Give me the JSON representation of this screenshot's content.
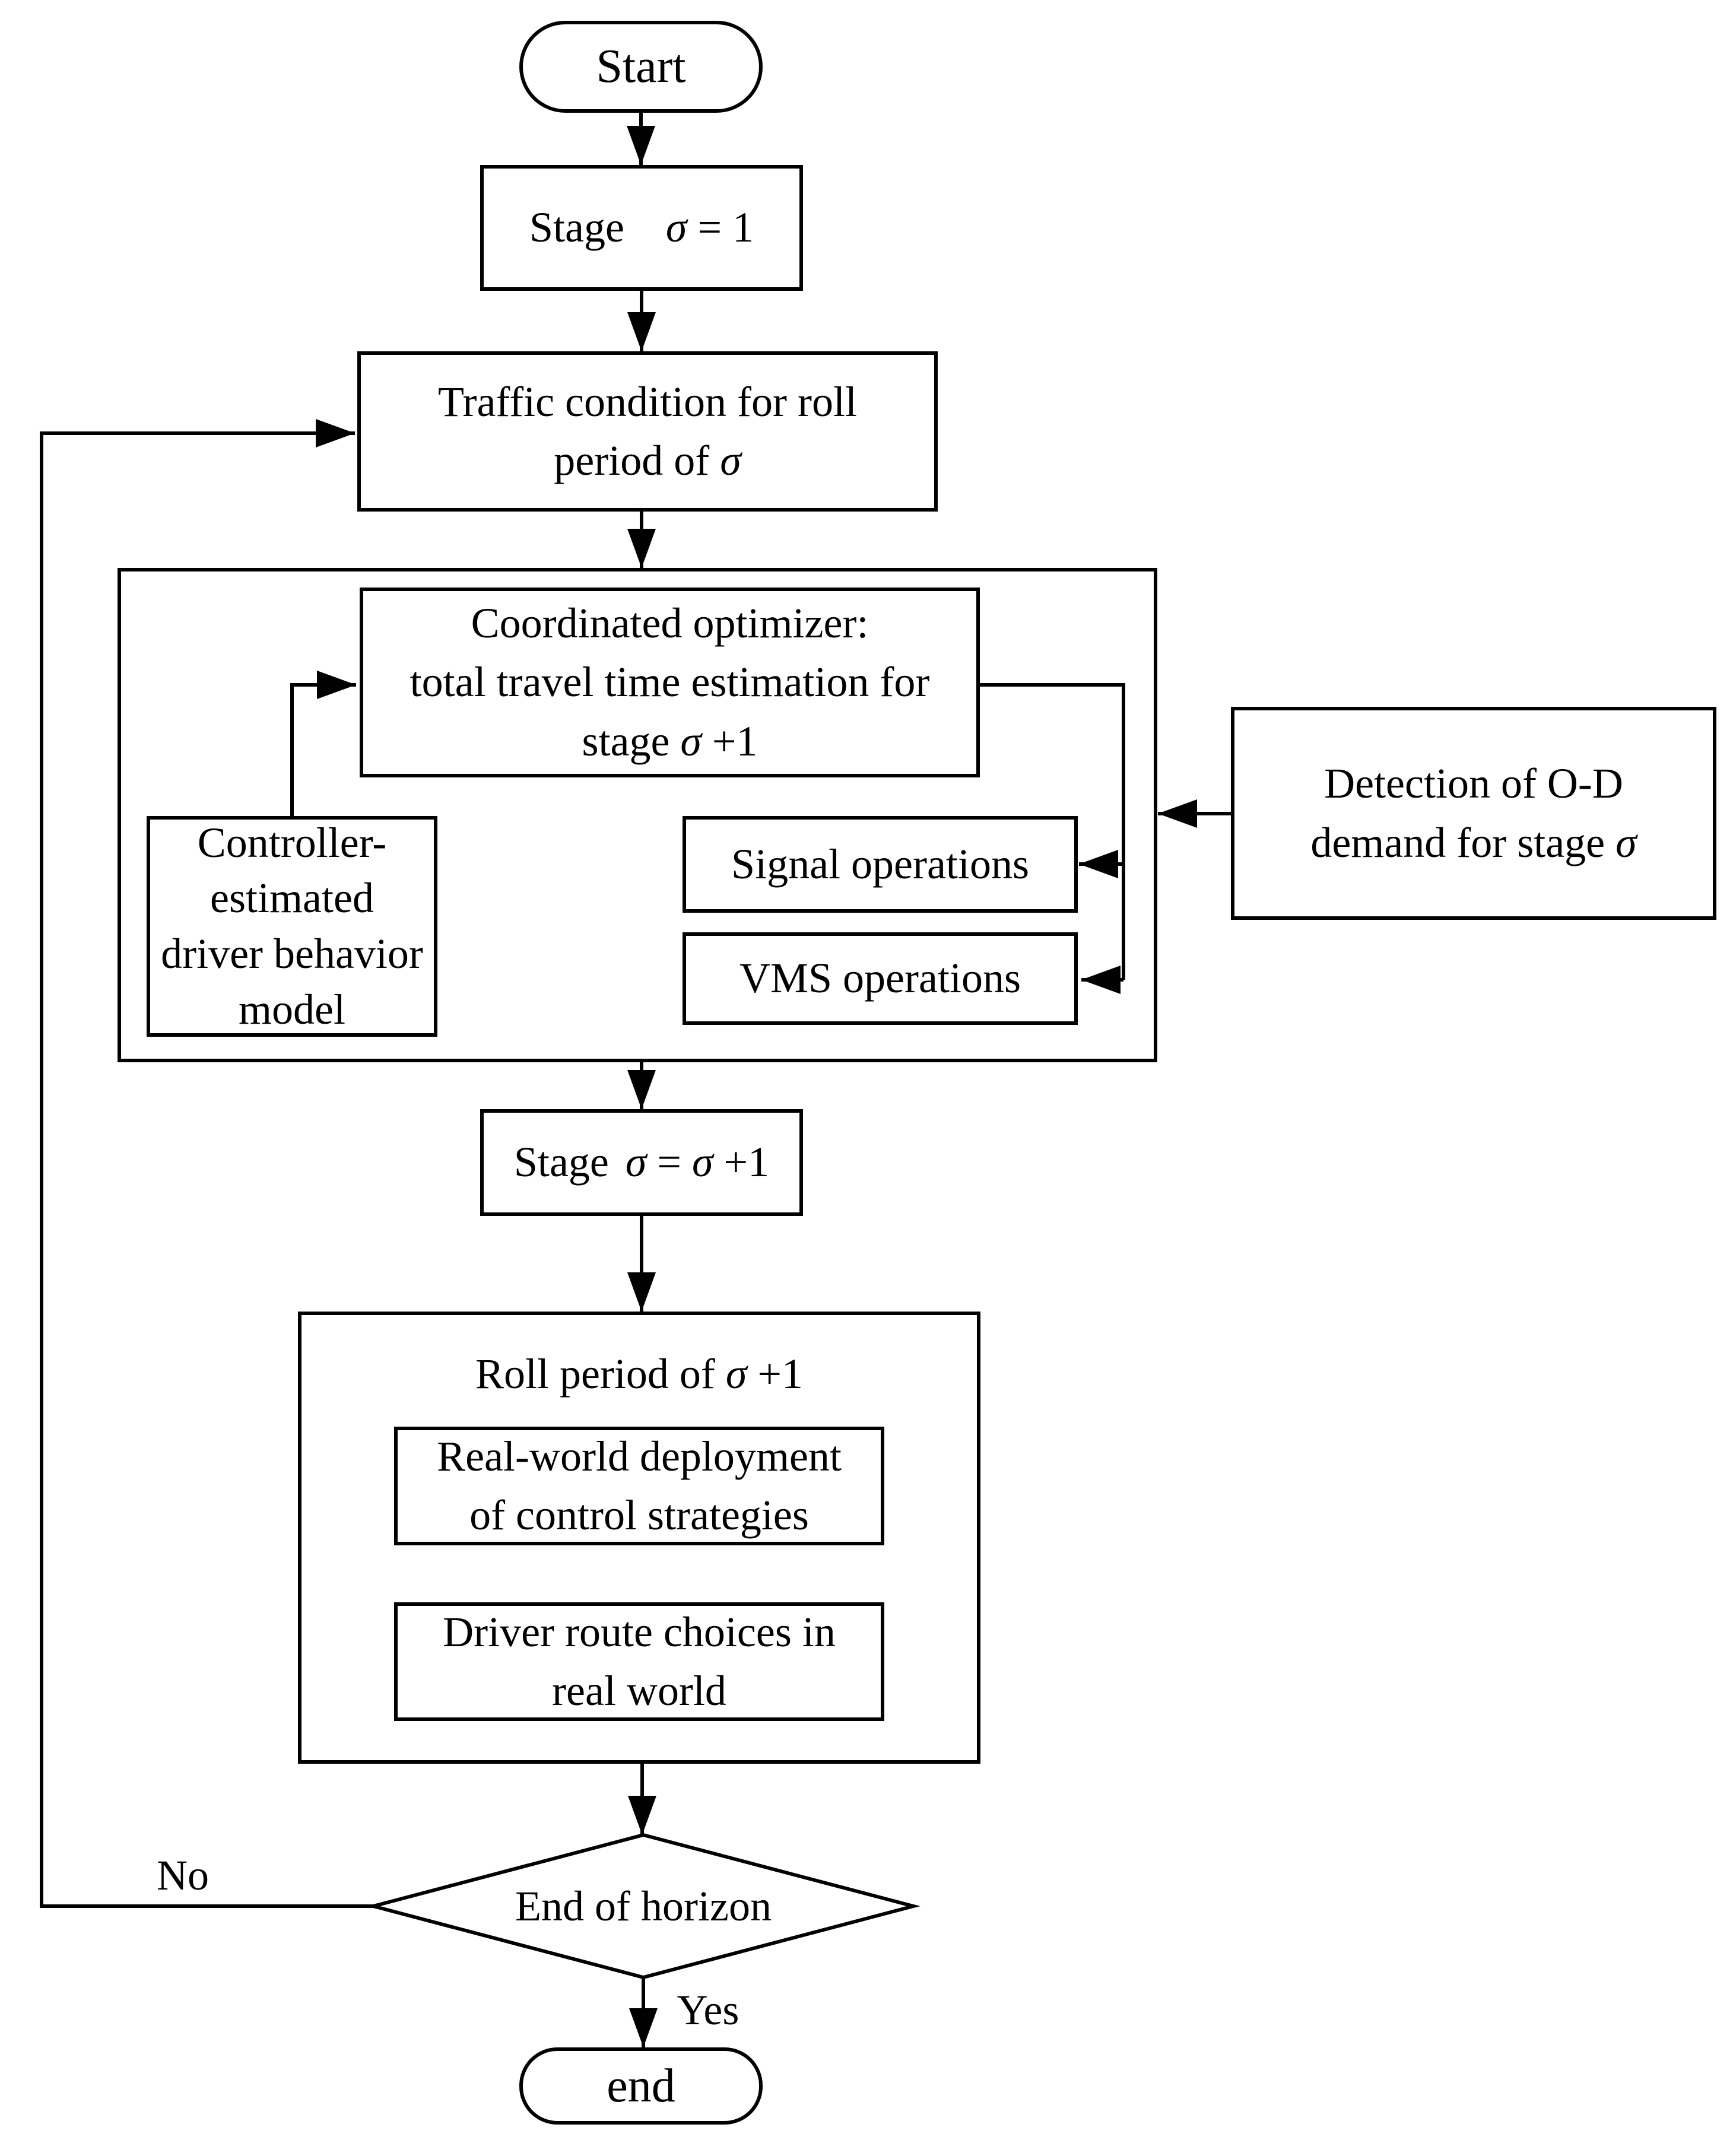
{
  "diagram": {
    "type": "flowchart",
    "colors": {
      "stroke": "#000000",
      "background": "#ffffff",
      "text": "#000000"
    },
    "nodes": {
      "start": {
        "label": "Start"
      },
      "stage_init": {
        "prefix": "Stage",
        "formula": "σ = 1"
      },
      "traffic": {
        "lines": [
          "Traffic condition for roll",
          "period of σ"
        ]
      },
      "optimizer": {
        "lines": [
          "Coordinated optimizer:",
          "total travel time estimation for",
          "stage σ +1"
        ]
      },
      "controller": {
        "lines": [
          "Controller-",
          "estimated",
          "driver behavior",
          "model"
        ]
      },
      "signal": {
        "label": "Signal operations"
      },
      "vms": {
        "label": "VMS operations"
      },
      "detection": {
        "lines": [
          "Detection of O-D",
          "demand for stage σ"
        ]
      },
      "stage_increment": {
        "prefix": "Stage",
        "formula": "σ = σ +1"
      },
      "roll_period": {
        "title": "Roll period of σ +1"
      },
      "deployment": {
        "lines": [
          "Real-world deployment",
          "of control strategies"
        ]
      },
      "route_choices": {
        "lines": [
          "Driver route choices in",
          "real world"
        ]
      },
      "decision": {
        "label": "End of horizon"
      },
      "end": {
        "label": "end"
      }
    },
    "edge_labels": {
      "no": "No",
      "yes": "Yes"
    }
  }
}
